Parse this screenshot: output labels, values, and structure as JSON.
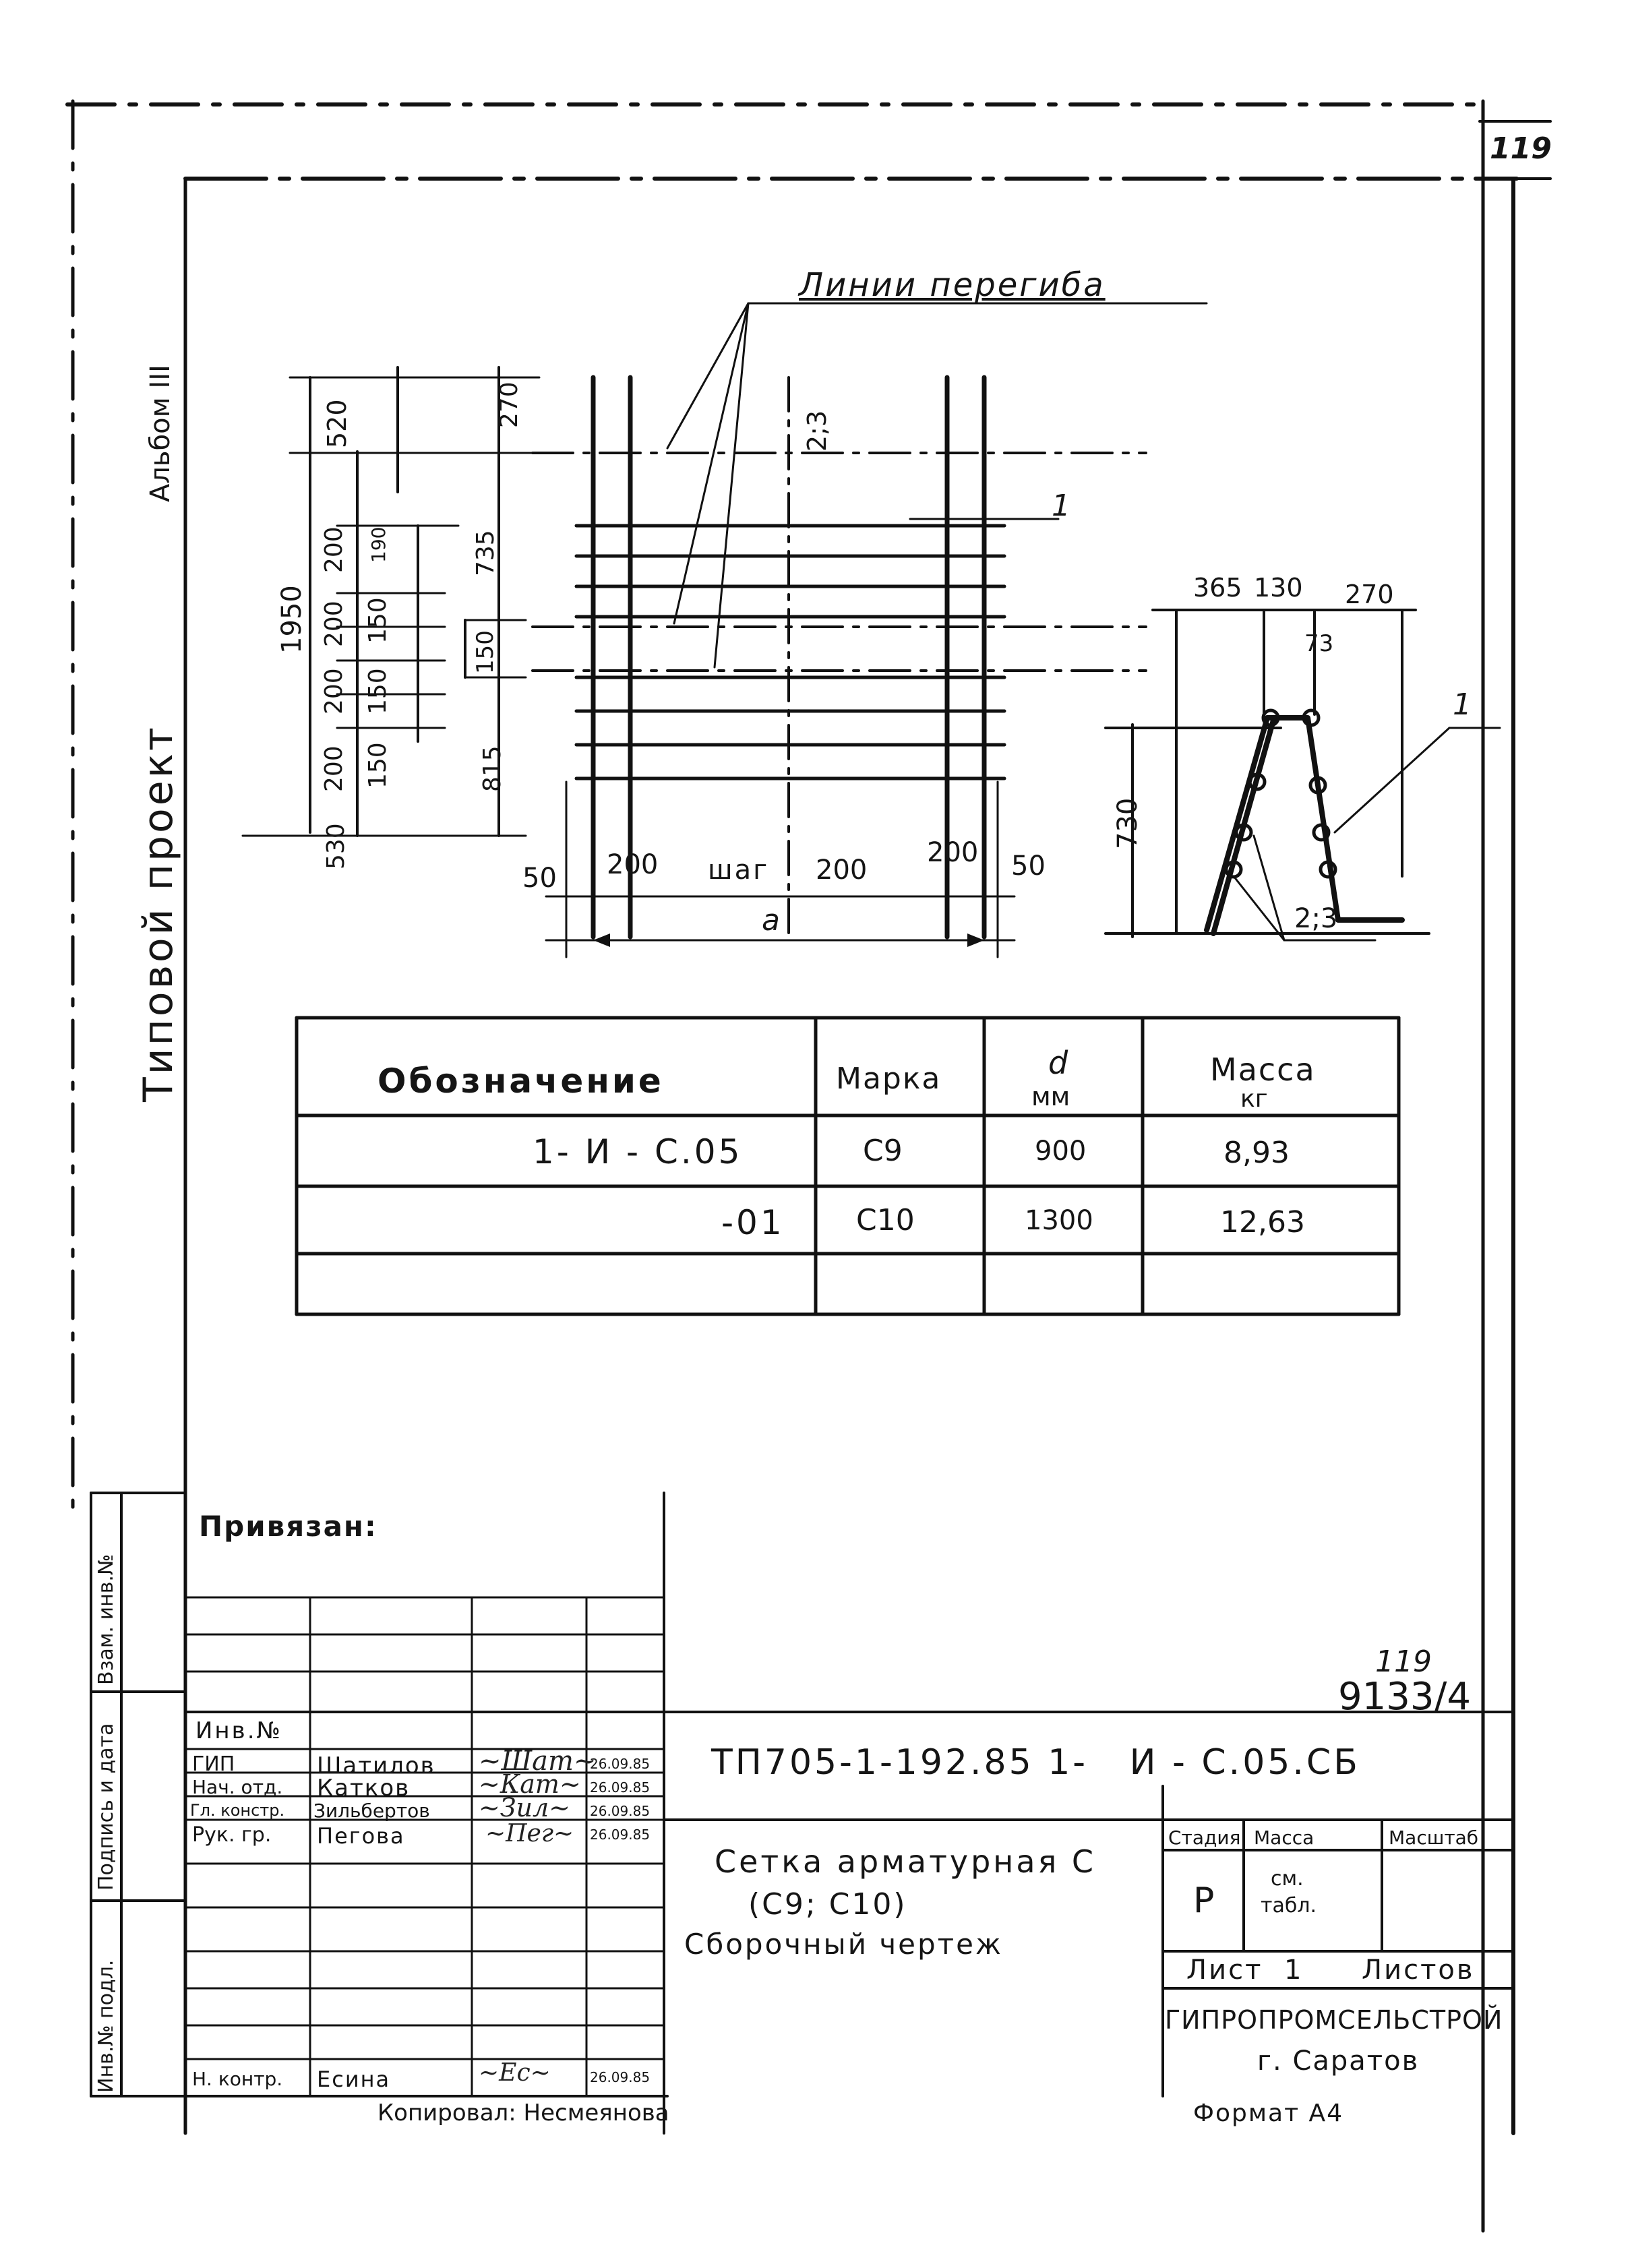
{
  "sheet": {
    "number": "119",
    "left_margin_album": "Альбом III",
    "left_margin_project": "Типовой проект",
    "inventory_label": "119",
    "inventory_number": "9133/4"
  },
  "drawing": {
    "bend_lines_label": "Линии перегиба",
    "pos_1_top": "1",
    "pos_23_top": "2;3",
    "pos_1_section": "1",
    "pos_23_section": "2;3",
    "dims_left": {
      "d520": "520",
      "d270": "270",
      "d1950": "1950",
      "d200a": "200",
      "d190": "190",
      "d735": "735",
      "d200b": "200",
      "d150a": "150",
      "d150b": "150",
      "d200c": "200",
      "d150c": "150",
      "d200d": "200",
      "d815": "815",
      "d530": "530",
      "d150d": "150"
    },
    "dims_bottom": {
      "d50a": "50",
      "d200a": "200",
      "step": "шаг",
      "step_val": "200",
      "d200b": "200",
      "d50b": "50",
      "a": "a"
    },
    "dims_section": {
      "d365": "365",
      "d130": "130",
      "d270": "270",
      "d73": "73",
      "d730": "730"
    }
  },
  "spec_table": {
    "headers": {
      "designation": "Обозначение",
      "mark": "Марка",
      "d": "d",
      "d_unit": "мм",
      "mass": "Масса",
      "mass_unit": "кг"
    },
    "rows": [
      {
        "designation": "1- И - С.05",
        "mark": "С9",
        "d": "900",
        "mass": "8,93"
      },
      {
        "designation": "-01",
        "mark": "С10",
        "d": "1300",
        "mass": "12,63"
      },
      {
        "designation": "",
        "mark": "",
        "d": "",
        "mass": ""
      }
    ]
  },
  "title_block": {
    "privyazan": "Привязан:",
    "inv_no": "Инв.№",
    "side_zam": "Взам. инв.№",
    "side_podpis": "Подпись и дата",
    "side_inv": "Инв.№ подл.",
    "code": "ТП705-1-192.85 1-   И - С.05.СБ",
    "staff": [
      {
        "role": "ГИП",
        "name": "Шатилов",
        "date": "26.09.85"
      },
      {
        "role": "Нач. отд.",
        "name": "Катков",
        "date": "26.09.85"
      },
      {
        "role": "Гл. констр.",
        "name": "Зильбертов",
        "date": "26.09.85"
      },
      {
        "role": "Рук. гр.",
        "name": "Пегова",
        "date": "26.09.85"
      }
    ],
    "n_kontr_role": "Н. контр.",
    "n_kontr_name": "Есина",
    "n_kontr_date": "26.09.85",
    "title_line1": "Сетка арматурная С",
    "title_line2": "(С9; С10)",
    "title_line3": "Сборочный чертеж",
    "stage_label": "Стадия",
    "mass_label": "Масса",
    "scale_label": "Масштаб",
    "stage_value": "Р",
    "mass_value_1": "см.",
    "mass_value_2": "табл.",
    "sheet_label": "Лист",
    "sheets_label": "Листов",
    "sheet_value": "1",
    "org": "ГИПРОПРОМСЕЛЬСТРОЙ",
    "city": "г. Саратов",
    "copied": "Копировал: Несмеянова",
    "format": "Формат А4"
  }
}
